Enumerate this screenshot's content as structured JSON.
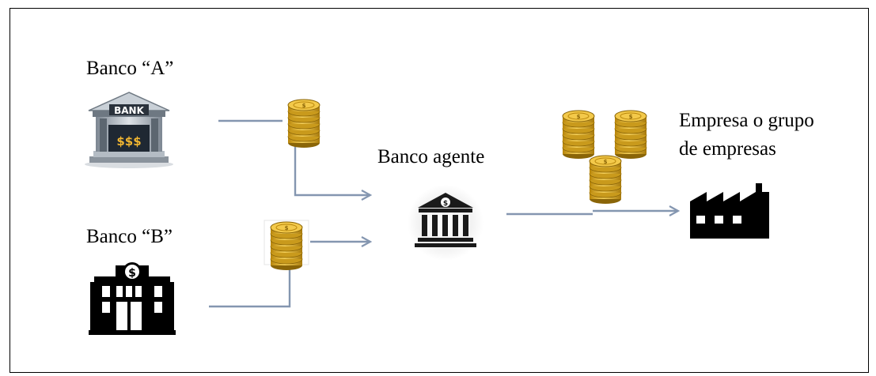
{
  "labels": {
    "bank_a": "Banco “A”",
    "bank_b": "Banco “B”",
    "agent": "Banco agente",
    "company_line1": "Empresa o grupo",
    "company_line2": "de empresas"
  },
  "bank_a_sign": {
    "top": "BANK",
    "bottom": "$$$"
  },
  "bank_b_sign": "$",
  "agent_sign": "$",
  "colors": {
    "arrow": "#8496b0",
    "gold": "#d4a520",
    "gold_dark": "#9a7410",
    "icon_black": "#000000",
    "bank_gray": "#9aa3ad",
    "bank_dark": "#2e3640",
    "sign_gold": "#e8b53c"
  }
}
